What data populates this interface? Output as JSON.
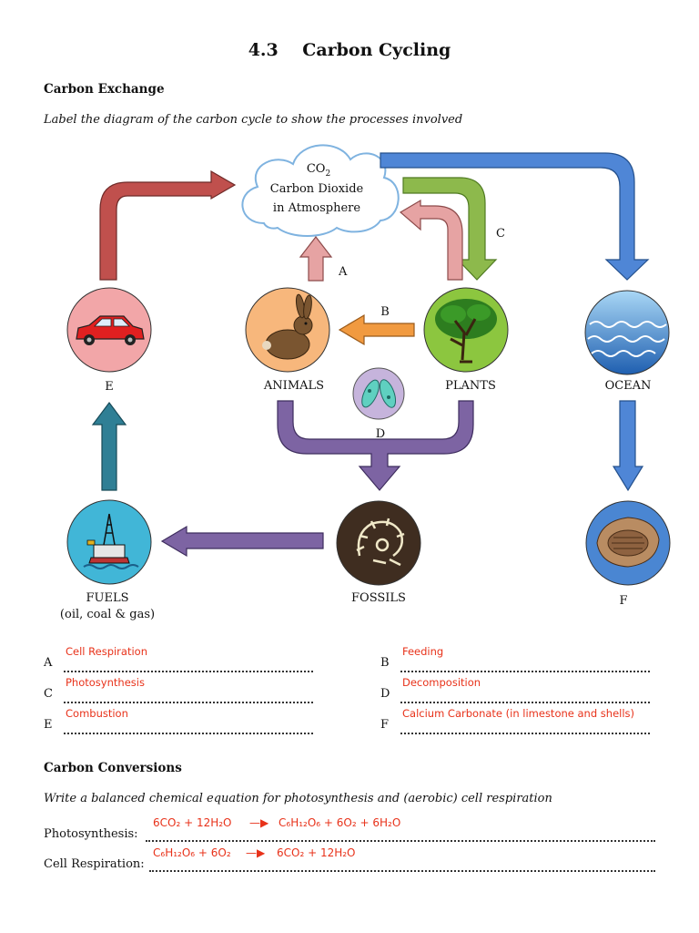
{
  "title": "4.3    Carbon Cycling",
  "section1": {
    "heading": "Carbon Exchange",
    "instruction": "Label the diagram of the carbon cycle to show the processes involved"
  },
  "diagram": {
    "cloud_line1": "CO",
    "cloud_line1_sub": "2",
    "cloud_line2": "Carbon Dioxide",
    "cloud_line3": "in Atmosphere",
    "labels": {
      "animals": "ANIMALS",
      "plants": "PLANTS",
      "ocean": "OCEAN",
      "fossils": "FOSSILS",
      "fuels_line1": "FUELS",
      "fuels_line2": "(oil, coal & gas)",
      "e": "E",
      "f": "F",
      "a": "A",
      "b": "B",
      "c": "C",
      "d": "D"
    },
    "icons": [
      "car-icon",
      "rabbit-icon",
      "tree-icon",
      "waves-icon",
      "microbe-icon",
      "oil-rig-icon",
      "fossil-icon",
      "trilobite-icon"
    ],
    "colors": {
      "red_arrow": "#c0504d",
      "pink_arrow": "#e6a3a3",
      "green_arrow": "#8db94c",
      "blue_arrow": "#4f86d6",
      "orange_arrow": "#f19a40",
      "purple_arrow": "#7d64a3",
      "teal_arrow": "#2f7f95",
      "handwriting": "#e8321a"
    }
  },
  "answers": [
    {
      "letter": "A",
      "text": "Cell Respiration"
    },
    {
      "letter": "B",
      "text": "Feeding"
    },
    {
      "letter": "C",
      "text": "Photosynthesis"
    },
    {
      "letter": "D",
      "text": "Decomposition"
    },
    {
      "letter": "E",
      "text": "Combustion"
    },
    {
      "letter": "F",
      "text": "Calcium Carbonate (in limestone and shells)"
    }
  ],
  "section2": {
    "heading": "Carbon Conversions",
    "instruction": "Write a balanced chemical equation for photosynthesis and (aerobic) cell respiration"
  },
  "equations": {
    "photosynthesis_label": "Photosynthesis:",
    "photosynthesis_reactants": "6CO₂  +  12H₂O",
    "photosynthesis_products": "C₆H₁₂O₆   + 6O₂  + 6H₂O",
    "respiration_label": "Cell Respiration:",
    "respiration_reactants": "C₆H₁₂O₆   +  6O₂",
    "respiration_products": "6CO₂   +  12H₂O"
  }
}
